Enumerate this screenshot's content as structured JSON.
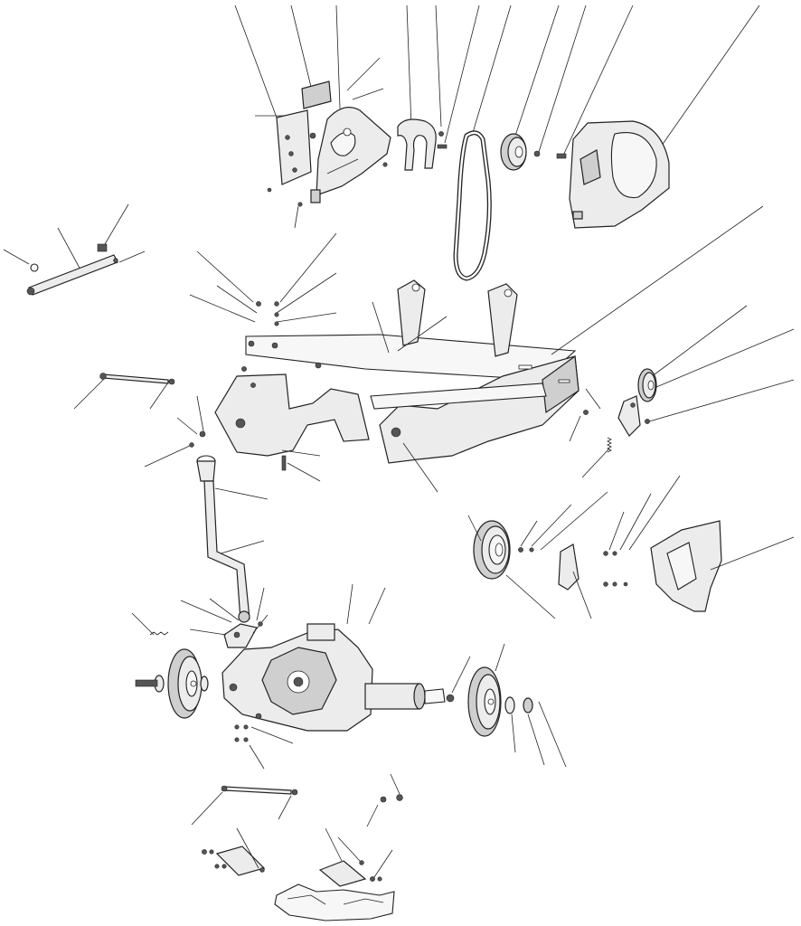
{
  "diagram": {
    "kind": "exploded-parts-view",
    "parts": [
      "panel-plate",
      "upper-bracket",
      "guard-bracket",
      "drive-belt",
      "drive-pulley",
      "engine-cover",
      "side-axle-rod",
      "main-frame",
      "idler-pulley",
      "idler-arm",
      "tension-spring",
      "handle-shaft",
      "lower-pulley",
      "pulley-guard",
      "belt-cover",
      "transmission",
      "left-wheel-hub",
      "right-wheel-hub",
      "lower-rod",
      "skid-plate"
    ],
    "colors": {
      "line": "#222222",
      "fill": "#ececec",
      "background": "#ffffff"
    }
  }
}
